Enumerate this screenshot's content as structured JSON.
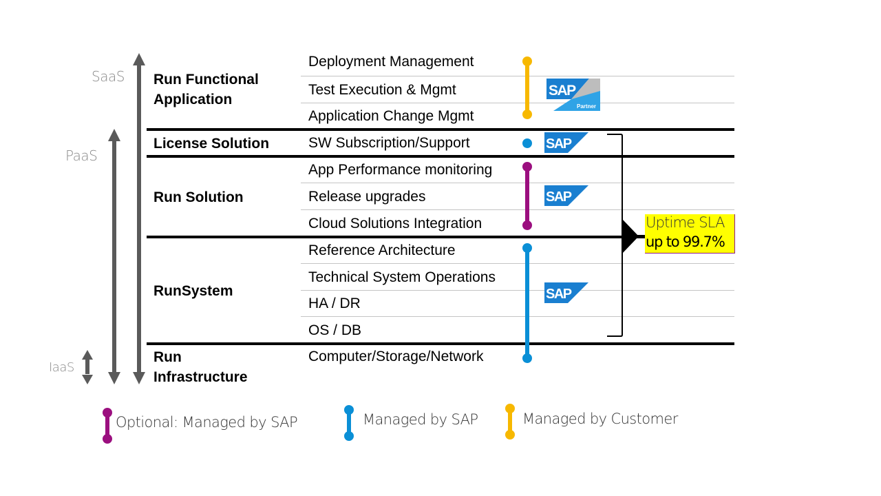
{
  "tiers": [
    {
      "label": "SaaS",
      "icon": "up-arrow-icon"
    },
    {
      "label": "PaaS",
      "icon": "up-down-arrow-icon"
    },
    {
      "label": "IaaS",
      "icon": "double-arrow-icon"
    }
  ],
  "layers": [
    {
      "label_line1": "Run Functional",
      "label_line2": "Application"
    },
    {
      "label_line1": "License Solution"
    },
    {
      "label_line1": "Run Solution"
    },
    {
      "label_line1": "RunSystem"
    },
    {
      "label_line1": "Run",
      "label_line2": "Infrastructure"
    }
  ],
  "rows": [
    "Deployment Management",
    "Test Execution & Mgmt",
    "Application Change Mgmt",
    "SW Subscription/Support",
    "App Performance monitoring",
    "Release upgrades",
    "Cloud Solutions Integration",
    "Reference Architecture",
    "Technical System Operations",
    "HA / DR",
    "OS / DB",
    "Computer/Storage/Network"
  ],
  "logos": {
    "sap": "SAP",
    "partner": "Partner"
  },
  "sla": {
    "line1": "Uptime SLA",
    "line2": "up to 99.7%",
    "highlight_color": "#ffff00"
  },
  "legend": [
    {
      "label": "Optional: Managed by SAP",
      "color": "#9b0f7f"
    },
    {
      "label": "Managed by SAP",
      "color": "#0a8fd6"
    },
    {
      "label": "Managed by Customer",
      "color": "#f7b800"
    }
  ],
  "colors": {
    "customer": "#f7b800",
    "sap": "#0a8fd6",
    "optional": "#9b0f7f",
    "arrow_gray": "#5a5a5a",
    "sap_blue": "#1a7fd0"
  }
}
